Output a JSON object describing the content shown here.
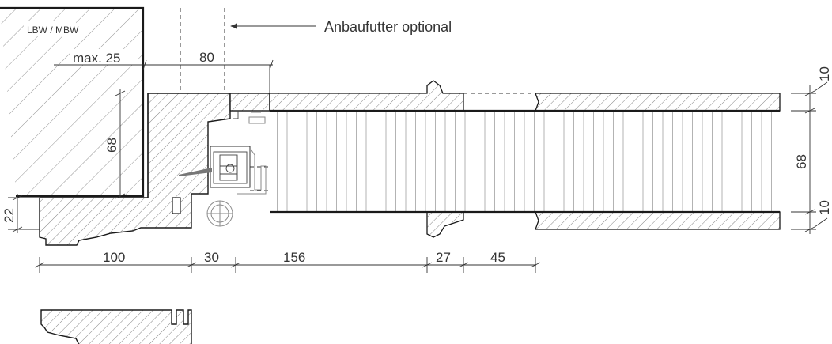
{
  "annotation": {
    "text": "Anbaufutter optional"
  },
  "wall": {
    "label": "LBW / MBW",
    "max_label": "max. 25"
  },
  "dimensions": {
    "top_80": "80",
    "left_68": "68",
    "left_22": "22",
    "right_10_top": "10",
    "right_68": "68",
    "right_10_bottom": "10",
    "bottom": [
      "100",
      "30",
      "156",
      "27",
      "45"
    ]
  }
}
